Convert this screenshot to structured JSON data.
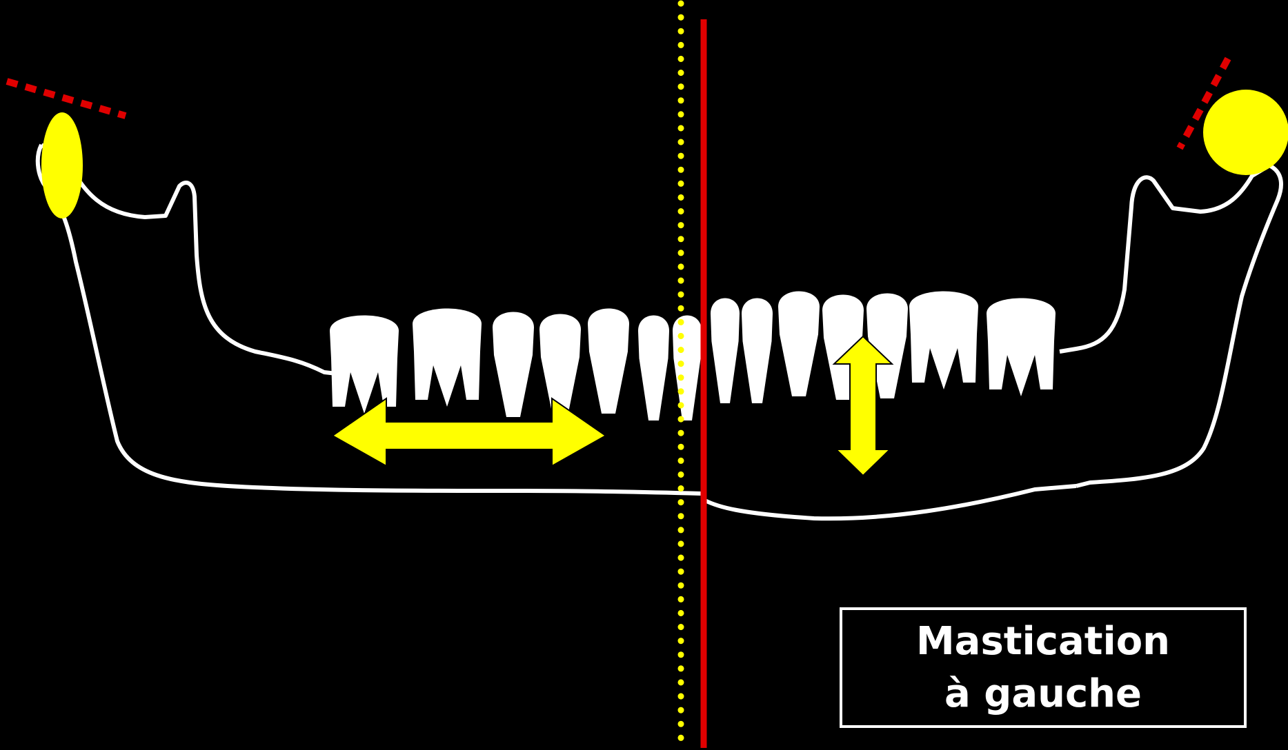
{
  "caption": {
    "line1": "Mastication",
    "line2": "à gauche"
  },
  "colors": {
    "background": "#000000",
    "bone_outline": "#ffffff",
    "indicator_yellow": "#ffff00",
    "red_line": "#e00000"
  },
  "icons": {
    "left_condyle": "yellow-ellipse",
    "right_condyle": "yellow-circle",
    "horizontal_movement": "double-arrow-horizontal",
    "vertical_movement": "double-arrow-vertical"
  }
}
